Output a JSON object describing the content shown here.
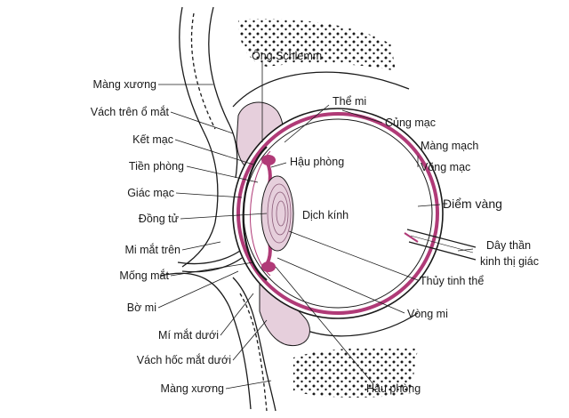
{
  "diagram": {
    "colors": {
      "ink": "#1a1a1a",
      "tissue_pink": "#e6cfdc",
      "choroid_magenta": "#b03a77",
      "vitreous": "#ffffff"
    },
    "labels": {
      "periosteum_top": "Màng xương",
      "upper_orbit_wall": "Vách trên ổ mắt",
      "conjunctiva": "Kết mạc",
      "anterior_chamber": "Tiền phòng",
      "cornea": "Giác mạc",
      "pupil": "Đồng tử",
      "upper_eyelid": "Mi mắt trên",
      "iris": "Mống mắt",
      "eyelid_margin": "Bờ mi",
      "lower_eyelid": "Mí mắt dưới",
      "lower_orbit_wall": "Vách hốc mắt dưới",
      "periosteum_bottom": "Màng xương",
      "schlemm_canal": "Ống Schlemm",
      "ciliary_body": "Thể mi",
      "sclera": "Củng mạc",
      "choroid": "Màng mạch",
      "retina": "Võng mạc",
      "posterior_chamber_top": "Hậu phòng",
      "macula": "Điểm vàng",
      "vitreous_body": "Dịch kính",
      "optic_nerve_line1": "Dây thần",
      "optic_nerve_line2": "kinh thị giác",
      "lens": "Thủy tinh thể",
      "ciliary_zonule": "Vòng mi",
      "posterior_chamber_bottom": "Hậu phòng"
    }
  }
}
